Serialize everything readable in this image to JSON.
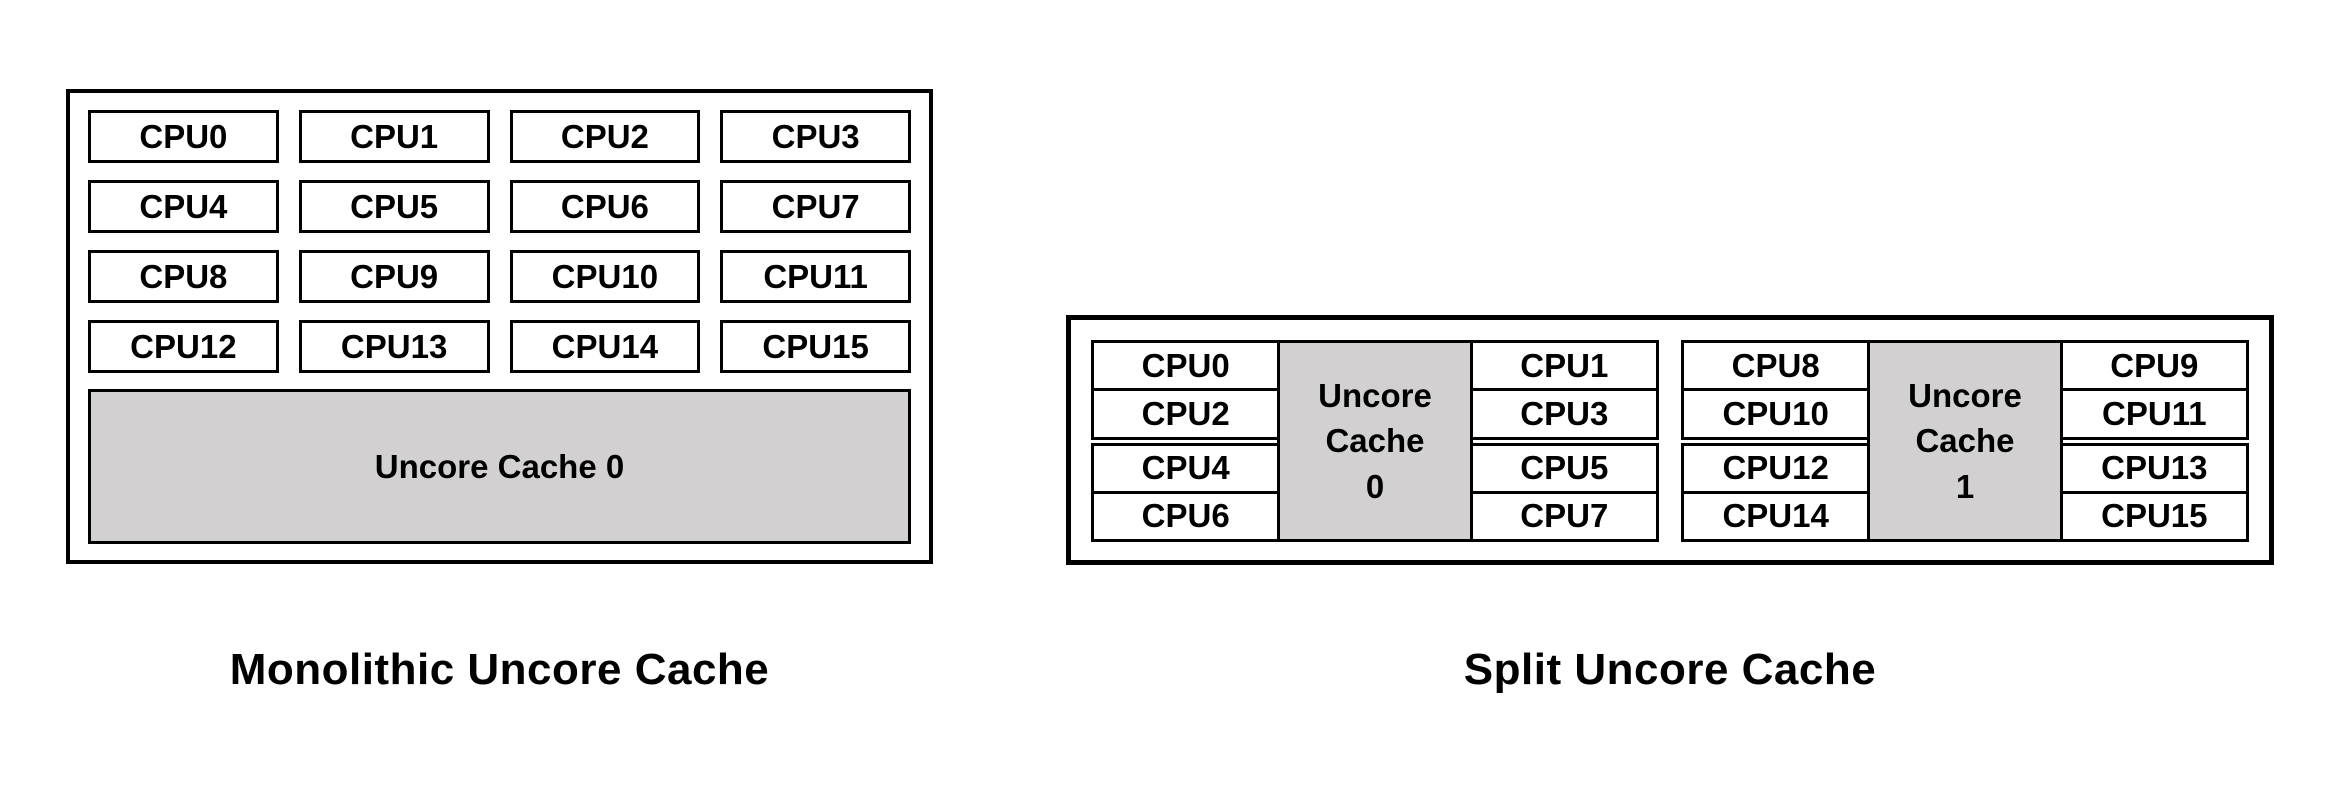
{
  "colors": {
    "page_bg": "#ffffff",
    "box_bg": "#ffffff",
    "border_color": "#000000",
    "text_color": "#000000",
    "cache_fill": "#d2d0d0"
  },
  "monolithic": {
    "caption": "Monolithic Uncore Cache",
    "cache_label": "Uncore Cache 0",
    "cpus": [
      "CPU0",
      "CPU1",
      "CPU2",
      "CPU3",
      "CPU4",
      "CPU5",
      "CPU6",
      "CPU7",
      "CPU8",
      "CPU9",
      "CPU10",
      "CPU11",
      "CPU12",
      "CPU13",
      "CPU14",
      "CPU15"
    ]
  },
  "split": {
    "caption": "Split Uncore Cache",
    "clusters": [
      {
        "left": [
          "CPU0",
          "CPU2",
          "CPU4",
          "CPU6"
        ],
        "cache": [
          "Uncore",
          "Cache",
          "0"
        ],
        "right": [
          "CPU1",
          "CPU3",
          "CPU5",
          "CPU7"
        ]
      },
      {
        "left": [
          "CPU8",
          "CPU10",
          "CPU12",
          "CPU14"
        ],
        "cache": [
          "Uncore",
          "Cache",
          "1"
        ],
        "right": [
          "CPU9",
          "CPU11",
          "CPU13",
          "CPU15"
        ]
      }
    ]
  }
}
